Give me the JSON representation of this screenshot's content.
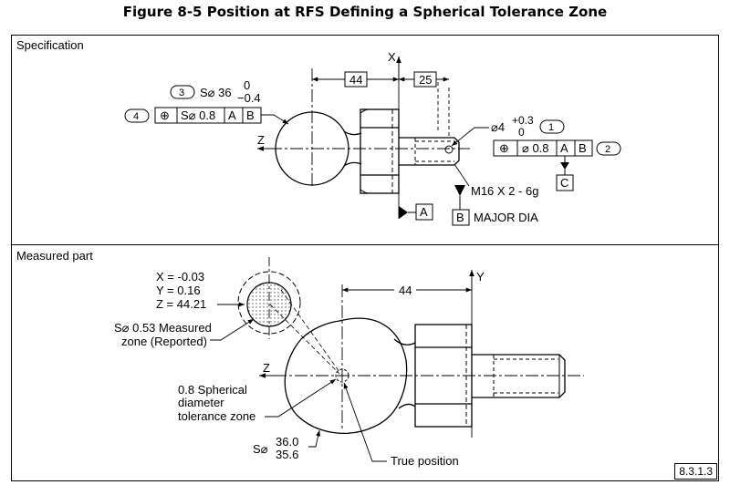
{
  "title": "Figure 8-5 Position at RFS Defining a Spherical Tolerance Zone",
  "reference": "8.3.1.3",
  "spec": {
    "label": "Specification",
    "axis_x": "X",
    "axis_z": "Z",
    "dim_44": "44",
    "dim_25": "25",
    "sphere_size": "S⌀ 36",
    "sphere_tol_upper": "0",
    "sphere_tol_lower": "−0.4",
    "balloon_3": "3",
    "balloon_4": "4",
    "fcf_sphere": {
      "symbol": "⊕",
      "tolerance": "S⌀ 0.8",
      "datum_a": "A",
      "datum_b": "B"
    },
    "hole_size": "⌀4",
    "hole_tol_upper": "+0.3",
    "hole_tol_lower": "0",
    "balloon_1": "1",
    "balloon_2": "2",
    "fcf_hole": {
      "symbol": "⊕",
      "tolerance": "⌀ 0.8",
      "datum_a": "A",
      "datum_b": "B"
    },
    "datum_c": "C",
    "thread": "M16 X 2 - 6g",
    "datum_a_label": "A",
    "datum_b_label": "B",
    "major_dia": "MAJOR  DIA"
  },
  "measured": {
    "label": "Measured part",
    "axis_y": "Y",
    "axis_z": "Z",
    "dim_44": "44",
    "coord_x": "X = -0.03",
    "coord_y": "Y = 0.16",
    "coord_z": "Z = 44.21",
    "measured_zone_1": "S⌀ 0.53 Measured",
    "measured_zone_2": "zone (Reported)",
    "spherical_1": "0.8  Spherical",
    "spherical_2": "diameter",
    "spherical_3": "tolerance  zone",
    "size_prefix": "S⌀",
    "size_upper": "36.0",
    "size_lower": "35.6",
    "true_position": "True  position"
  }
}
